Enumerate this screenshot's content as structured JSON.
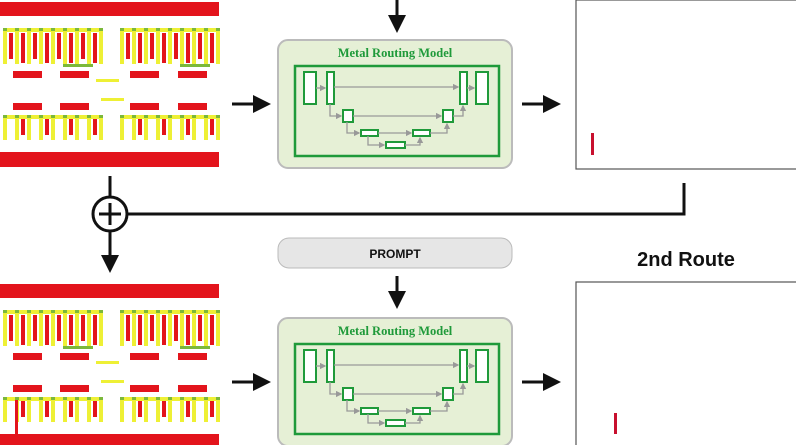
{
  "colors": {
    "metal_red": "#e3141c",
    "metal_yellow": "#eef035",
    "via_green": "#7bb83a",
    "model_green": "#1f9a3a",
    "model_bg": "#e6f0d6",
    "prompt_bg": "#e6e6e6",
    "route_mark": "#c8102e"
  },
  "top_stage": {
    "model_title": "Metal Routing Model"
  },
  "bottom_stage": {
    "prompt_label": "PROMPT",
    "model_title": "Metal Routing Model",
    "output_title": "2nd Route"
  }
}
